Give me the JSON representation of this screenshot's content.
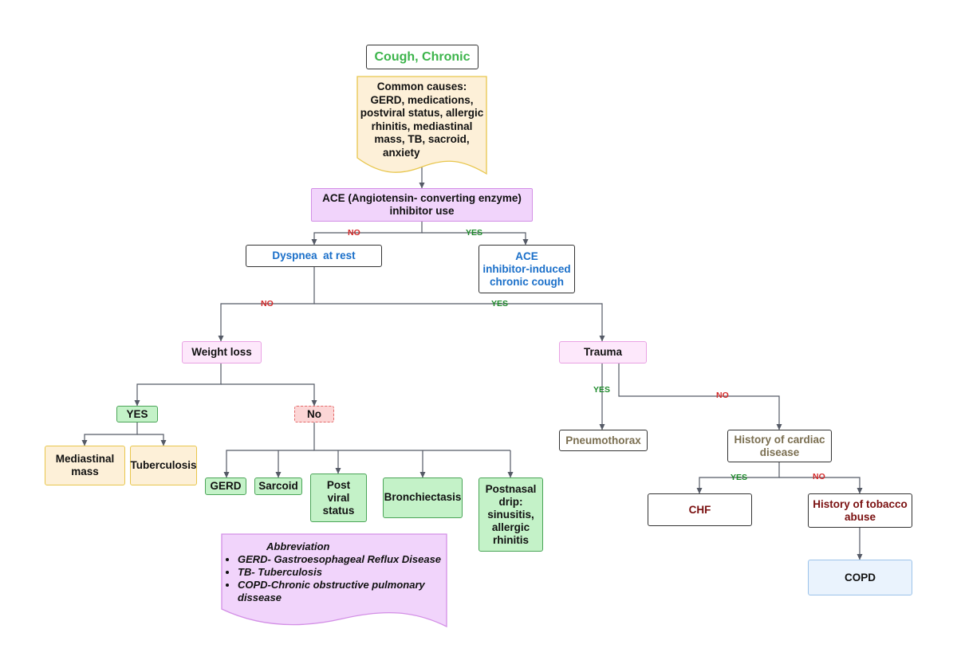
{
  "nodes": {
    "cough_chronic": "Cough, Chronic",
    "common_causes": [
      "Common causes:",
      "GERD, medications,",
      "postviral status, allergic",
      "rhinitis, mediastinal",
      "mass, TB, sacroid,",
      "anxiety"
    ],
    "ace_use": [
      "ACE (Angiotensin- converting enzyme)",
      "inhibitor use"
    ],
    "dyspnea": "Dyspnea  at rest",
    "ace_cough": [
      "ACE",
      "inhibitor-induced",
      "chronic cough"
    ],
    "weight_loss": "Weight loss",
    "trauma": "Trauma",
    "yes_box": "YES",
    "no_box": "No",
    "mediastinal_mass": [
      "Mediastinal",
      "mass"
    ],
    "tuberculosis": "Tuberculosis",
    "gerd": "GERD",
    "sarcoid": "Sarcoid",
    "post_viral": [
      "Post",
      "viral",
      "status"
    ],
    "bronchiectasis": "Bronchiectasis",
    "postnasal": [
      "Postnasal",
      "drip:",
      "sinusitis,",
      "allergic",
      "rhinitis"
    ],
    "pneumothorax": "Pneumothorax",
    "cardiac_history": [
      "History of cardiac",
      "disease"
    ],
    "chf": "CHF",
    "tobacco_history": [
      "History of tobacco",
      "abuse"
    ],
    "copd": "COPD"
  },
  "edge_labels": {
    "ace_no": "NO",
    "ace_yes": "YES",
    "dyspnea_no": "NO",
    "dyspnea_yes": "YES",
    "trauma_yes": "YES",
    "trauma_no": "NO",
    "cardiac_yes": "YES",
    "cardiac_no": "NO"
  },
  "abbreviation": {
    "title": "Abbreviation",
    "items": [
      "GERD- Gastroesophageal Reflux Disease",
      "TB- Tuberculosis",
      "COPD-Chronic obstructive pulmonary dissease"
    ]
  },
  "colors": {
    "title_green": "#3cb44b",
    "blue_text": "#1a6fc9",
    "olive_text": "#7a6e50",
    "dark_red_text": "#7a1010",
    "no_red": "#d42a2a",
    "yes_green": "#1d8a2a",
    "edge": "#555a66"
  }
}
